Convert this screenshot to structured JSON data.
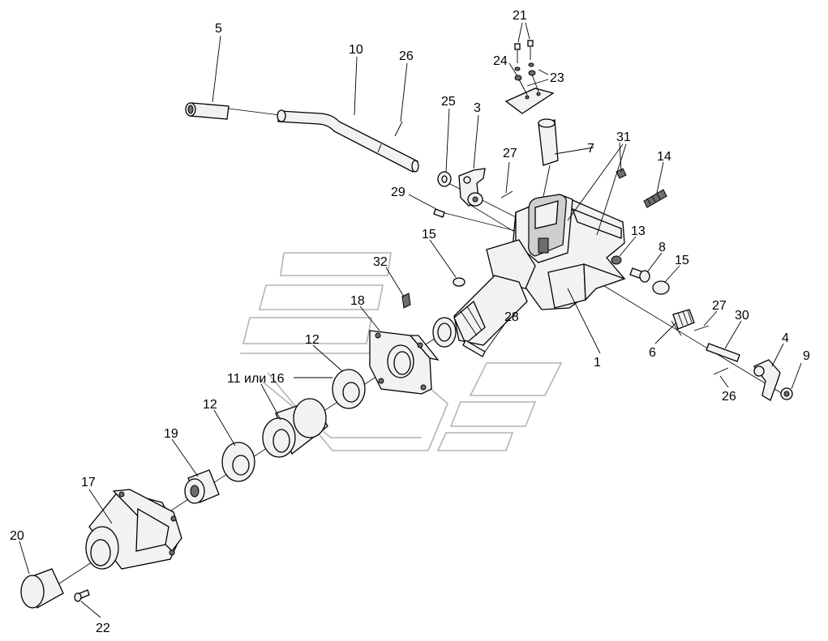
{
  "diagram": {
    "labels": [
      "5",
      "10",
      "26",
      "25",
      "3",
      "21",
      "24",
      "23",
      "7",
      "31",
      "27",
      "29",
      "14",
      "15",
      "32",
      "18",
      "12",
      "11 или 16",
      "13",
      "8",
      "15",
      "27",
      "30",
      "28",
      "1",
      "6",
      "4",
      "9",
      "26",
      "19",
      "12",
      "17",
      "20",
      "22"
    ]
  }
}
